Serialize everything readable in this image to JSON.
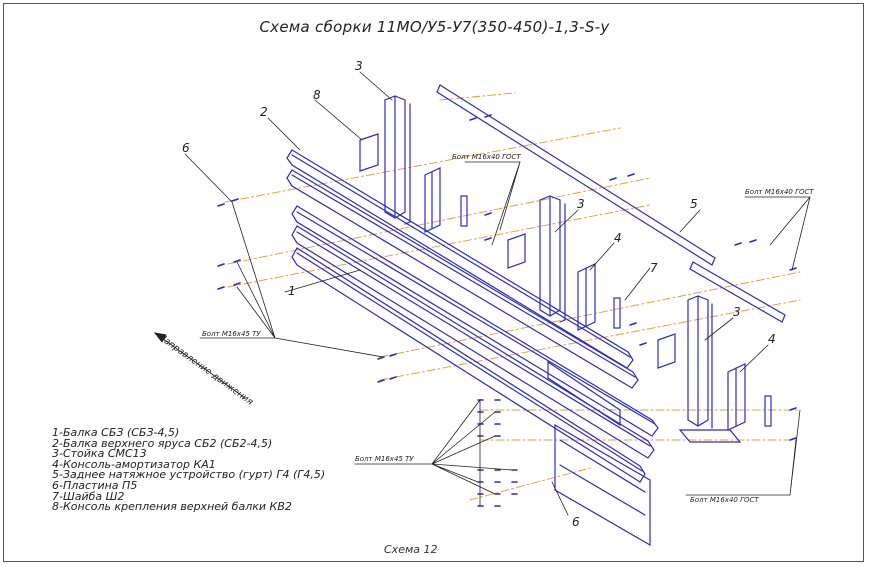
{
  "title": "Схема сборки 11МО/У5-У7(350-450)-1,3-S-у",
  "caption": "Схема 12",
  "direction_label": "Направление движения",
  "part_numbers": {
    "n1": "1",
    "n2": "2",
    "n3a": "3",
    "n3b": "3",
    "n3c": "3",
    "n4a": "4",
    "n4b": "4",
    "n5": "5",
    "n6a": "6",
    "n6b": "6",
    "n7": "7",
    "n8": "8"
  },
  "callouts": {
    "bolt_m16x40_a": "Болт М16х40 ГОСТ",
    "bolt_m16x40_b": "Болт М16х40 ГОСТ",
    "bolt_m16x40_c": "Болт М16х40 ГОСТ",
    "bolt_m16x45_a": "Болт М16х45 ТУ",
    "bolt_m16x45_b": "Болт М16х45 ТУ"
  },
  "legend": [
    "1-Балка СБЗ (СБЗ-4,5)",
    "2-Балка верхнего яруса СБ2 (СБ2-4,5)",
    "3-Стойка СМС13",
    "4-Консоль-амортизатор КА1",
    "5-Заднее натяжное устройство (гурт) Г4 (Г4,5)",
    "6-Пластина П5",
    "7-Шайба Ш2",
    "8-Консоль крепления верхней балки КВ2"
  ],
  "colors": {
    "part_line": "#2b2bc8",
    "axis_line": "#e6a23c",
    "leader": "#222222",
    "frame": "#555555"
  }
}
